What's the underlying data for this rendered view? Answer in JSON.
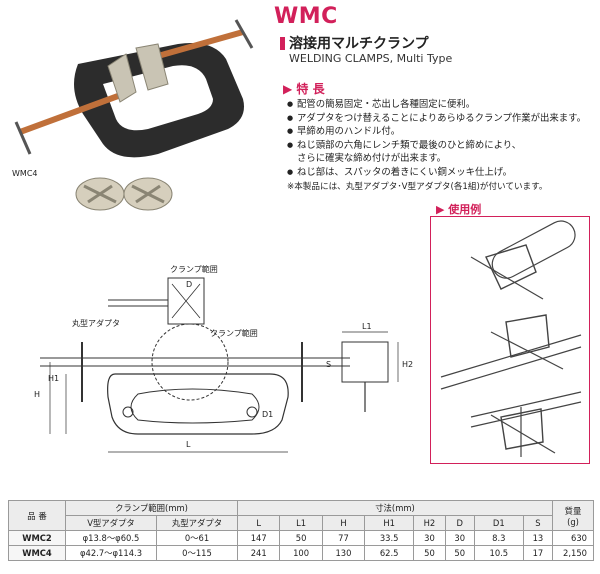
{
  "header": {
    "title": "WMC",
    "subtitle": "溶接用マルチクランプ",
    "subtitle_en": "WELDING CLAMPS, Multi Type"
  },
  "features": {
    "heading": "特 長",
    "items": [
      "配管の簡易固定・芯出し各種固定に便利。",
      "アダプタをつけ替えることによりあらゆるクランプ作業が出来ます。",
      "早締め用のハンドル付。",
      "ねじ頭部の六角にレンチ類で最後のひと締めにより、",
      "さらに確実な締め付けが出来ます。",
      "ねじ部は、スパッタの着きにくい銅メッキ仕上げ。"
    ],
    "note": "※本製品には、丸型アダプタ･V型アダプタ(各1組)が付いています。"
  },
  "product_label": "WMC4",
  "usage_heading": "使用例",
  "diagram_labels": {
    "clamp_range_top": "クランプ範囲",
    "d": "D",
    "round_adapter": "丸型アダプタ",
    "clamp_range_main": "クランプ範囲",
    "l1": "L1",
    "s": "S",
    "h2": "H2",
    "h": "H",
    "h1": "H1",
    "d1": "D1",
    "l": "L"
  },
  "table": {
    "col_model": "品 番",
    "col_clamp_range": "クランプ範囲(mm)",
    "col_v_adapter": "V型アダプタ",
    "col_round_adapter": "丸型アダプタ",
    "col_dimensions": "寸法(mm)",
    "col_weight": "質量",
    "col_weight_unit": "(g)",
    "dims": [
      "L",
      "L1",
      "H",
      "H1",
      "H2",
      "D",
      "D1",
      "S"
    ],
    "rows": [
      {
        "model": "WMC2",
        "v": "φ13.8～φ60.5",
        "round": "0～61",
        "L": "147",
        "L1": "50",
        "H": "77",
        "H1": "33.5",
        "H2": "30",
        "D": "30",
        "D1": "8.3",
        "S": "13",
        "weight": "630"
      },
      {
        "model": "WMC4",
        "v": "φ42.7～φ114.3",
        "round": "0～115",
        "L": "241",
        "L1": "100",
        "H": "130",
        "H1": "62.5",
        "H2": "50",
        "D": "50",
        "D1": "10.5",
        "S": "17",
        "weight": "2,150"
      }
    ]
  },
  "colors": {
    "accent": "#d2205a",
    "clamp_body": "#2c2c2c",
    "screw": "#c0703a"
  }
}
